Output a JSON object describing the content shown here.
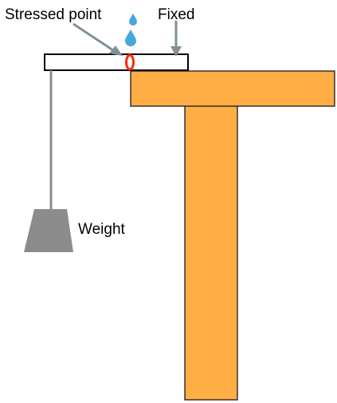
{
  "labels": {
    "stressed_point": "Stressed point",
    "fixed": "Fixed",
    "weight": "Weight"
  },
  "colors": {
    "support": "#FFAD45",
    "support_stroke": "#1a1a1a",
    "beam_fill": "#ffffff",
    "beam_stroke": "#000000",
    "arrow": "#7f9098",
    "water_drop": "#45a8db",
    "stress_marker": "#ff2a00",
    "weight": "#8c8c8c",
    "string": "#8c8c8c"
  },
  "icons": {
    "drops": "water-drop-icon",
    "weight": "weight-icon"
  }
}
